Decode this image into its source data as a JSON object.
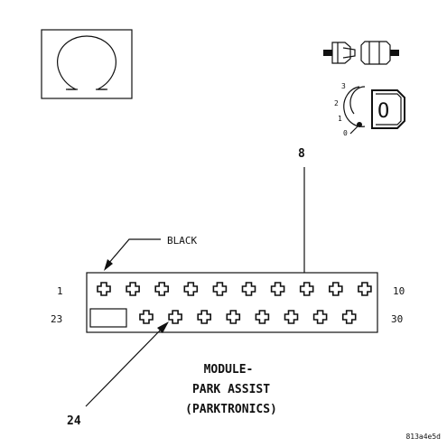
{
  "connector": {
    "color_label": "BLACK",
    "top_row_start": "1",
    "top_row_end": "10",
    "bottom_row_start": "23",
    "bottom_row_end": "30",
    "top_row_pins": 10,
    "bottom_row_pins": 8
  },
  "callouts": {
    "pin_top": "8",
    "pin_bottom": "24"
  },
  "module": {
    "line1": "MODULE-",
    "line2": "PARK ASSIST",
    "line3": "(PARKTRONICS)"
  },
  "ignition": {
    "pos3": "3",
    "pos2": "2",
    "pos1": "1",
    "pos0": "0",
    "key_letter": "O"
  },
  "figure_code": "813a4e5d"
}
